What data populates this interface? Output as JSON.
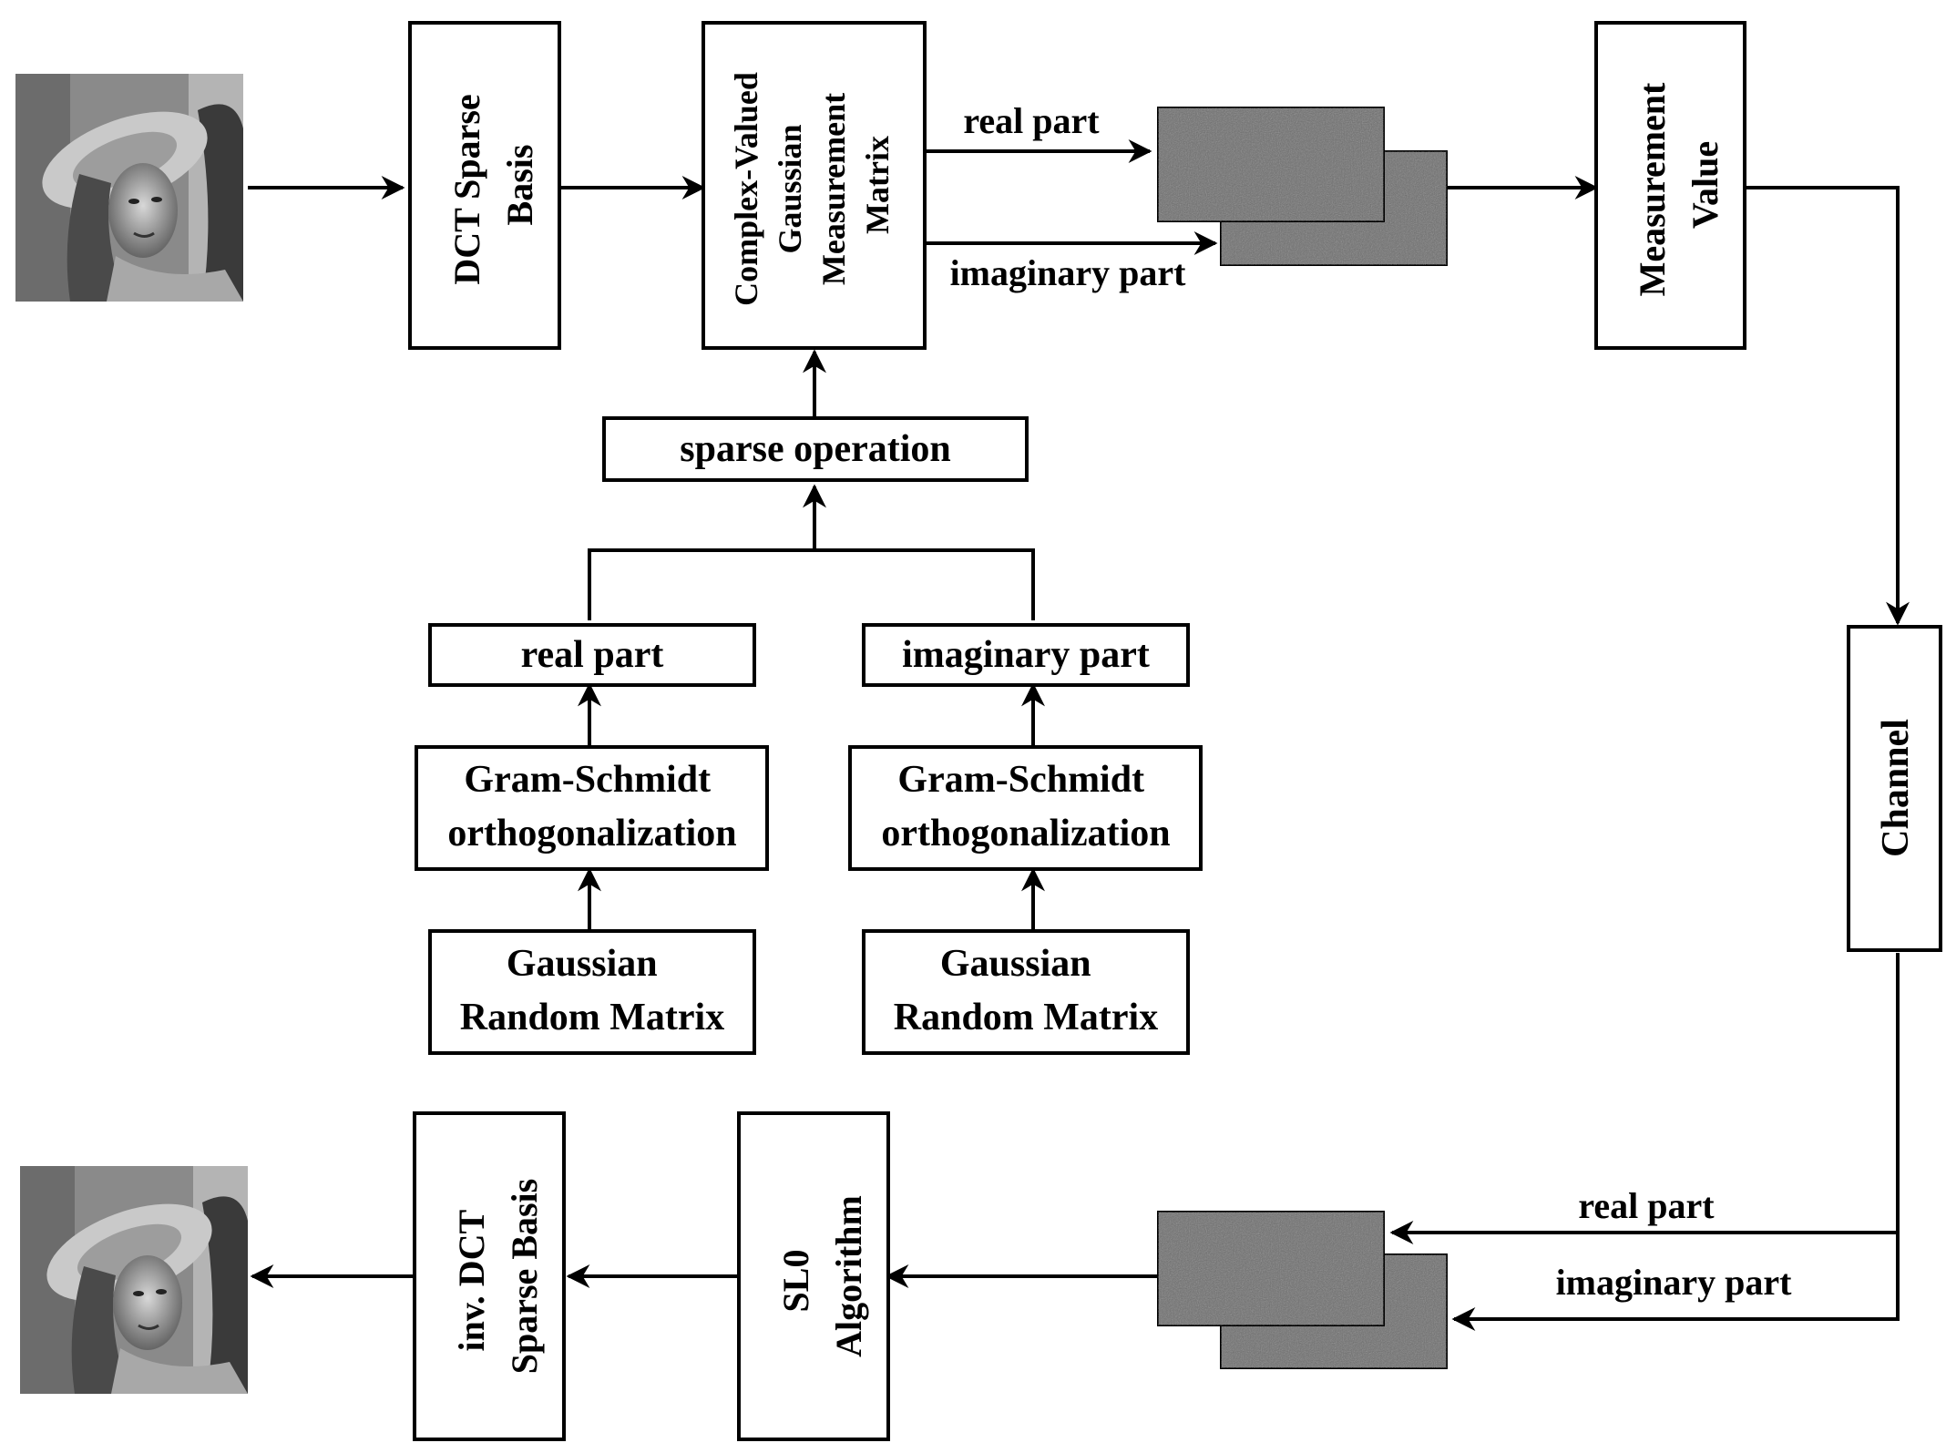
{
  "blocks": {
    "dct_sparse_basis": [
      "DCT Sparse",
      "Basis"
    ],
    "complex_gaussian_matrix": [
      "Complex-Valued",
      "Gaussian",
      "Measurement",
      "Matrix"
    ],
    "measurement_value": [
      "Measurement",
      "Value"
    ],
    "sparse_operation": "sparse operation",
    "real_part_box": "real part",
    "imaginary_part_box": "imaginary part",
    "gram_schmidt_left": [
      "Gram-Schmidt",
      "orthogonalization"
    ],
    "gram_schmidt_right": [
      "Gram-Schmidt",
      "orthogonalization"
    ],
    "gaussian_random_left": [
      "Gaussian",
      "Random Matrix"
    ],
    "gaussian_random_right": [
      "Gaussian",
      "Random Matrix"
    ],
    "channel": "Channel",
    "sl0_algorithm": [
      "SL0",
      "Algorithm"
    ],
    "inv_dct_sparse_basis": [
      "inv. DCT",
      "Sparse Basis"
    ]
  },
  "edge_labels": {
    "top_real": "real part",
    "top_imaginary": "imaginary part",
    "bottom_real": "real part",
    "bottom_imaginary": "imaginary part"
  },
  "colors": {
    "line": "#000000",
    "noise_fill": "#6f6f6f",
    "photo_tone": "#9a9a9a"
  }
}
